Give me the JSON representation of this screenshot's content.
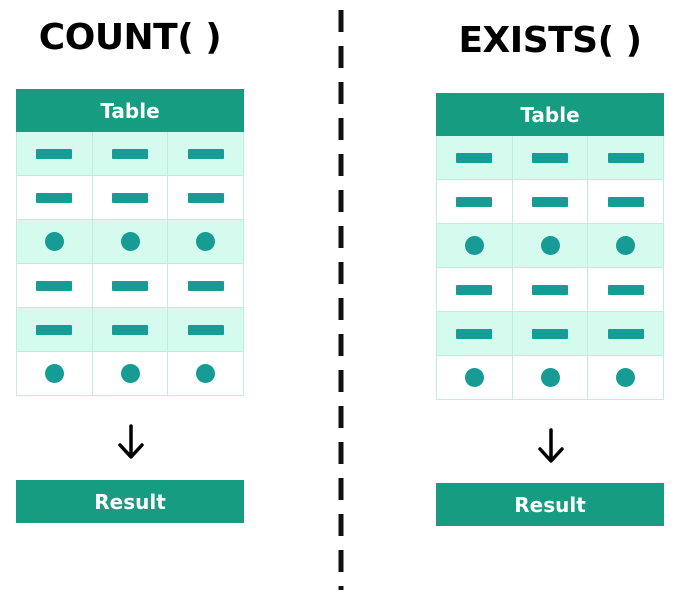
{
  "left_panel": {
    "title": "COUNT( )",
    "table_header": "Table",
    "rows": [
      "dash",
      "dash",
      "dot",
      "dash",
      "dash",
      "dot"
    ],
    "result_label": "Result"
  },
  "right_panel": {
    "title": "EXISTS( )",
    "table_header": "Table",
    "rows": [
      "dash",
      "dash",
      "dot",
      "dash",
      "dash",
      "dot"
    ],
    "result_label": "Result"
  },
  "colors": {
    "header_green": "#169c80",
    "mark_teal": "#169c95",
    "row_mint": "#d4fbee",
    "grid_line": "#bfeee0"
  },
  "icons": {
    "arrow": "arrow-down-icon",
    "divider": "dashed-divider"
  }
}
